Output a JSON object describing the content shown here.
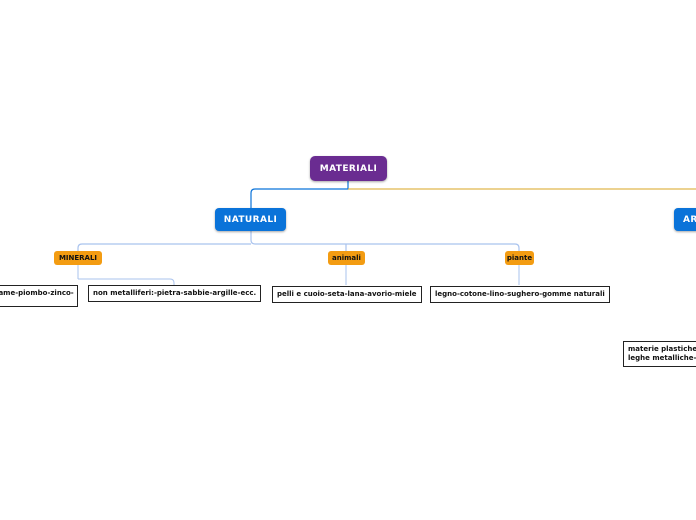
{
  "root": {
    "label": "MATERIALI"
  },
  "branches": {
    "naturali": {
      "label": "NATURALI",
      "minerali": {
        "label": "MINERALI",
        "metalliferi": "rame-piombo-zinco-",
        "non_metalliferi": "non metalliferi:-pietra-sabbie-argille-ecc."
      },
      "animali": {
        "label": "animali",
        "detail": "pelli e cuoio-seta-lana-avorio-miele"
      },
      "piante": {
        "label": "piante",
        "detail": "legno-cotone-lino-sughero-gomme naturali"
      }
    },
    "artificiali": {
      "label": "AR",
      "detail_line1": "materie plastiche",
      "detail_line2": "leghe metalliche-"
    }
  },
  "colors": {
    "root": "#6a2c91",
    "main": "#0a73d9",
    "sub": "#f39c12",
    "link_primary": "#0a73d9",
    "link_secondary": "#a9c3ee",
    "link_artificial": "#d9a520"
  }
}
